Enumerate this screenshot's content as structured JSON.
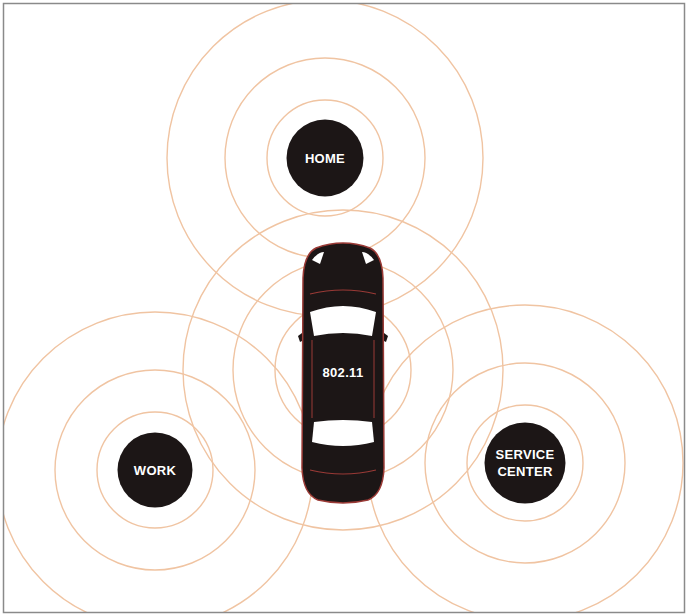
{
  "diagram": {
    "nodes": [
      {
        "text": [
          "HOME"
        ]
      },
      {
        "text": [
          "802.11"
        ]
      },
      {
        "text": [
          "WORK"
        ]
      },
      {
        "text": [
          "SERVICE CENTER"
        ]
      }
    ]
  }
}
